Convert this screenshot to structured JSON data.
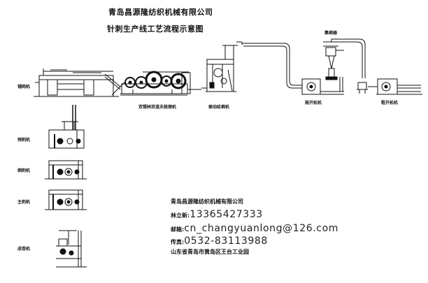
{
  "header": {
    "company": "青岛昌源隆纺织机械有限公司",
    "subtitle": "针刺生产线工艺流程示意图"
  },
  "labels": {
    "feeder": "铺网机",
    "carding": "双锡林双道夫梳理机",
    "feed_hopper": "振动给棉机",
    "condenser_top": "集棉器",
    "opener": "梳开松机",
    "fine_opener": "粗开松机",
    "pre_needle": "预刺机",
    "repeat_needle": "倒刺机",
    "main_needle": "主刺机",
    "winder": "成卷机"
  },
  "contact": {
    "company": "青岛昌源隆纺织机械有限公司",
    "mobile_label": "林立新:",
    "mobile": "13365427333",
    "email_label": "邮箱:",
    "email": "cn_changyuanlong@126.com",
    "fax_label": "传真:",
    "fax": "0532-83113988",
    "address": "山东省青岛市黄岛区王台工业园"
  }
}
